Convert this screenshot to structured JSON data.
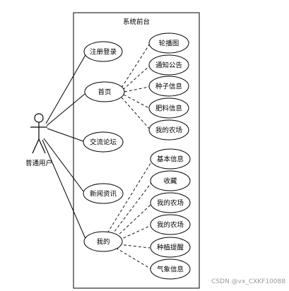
{
  "boundary_title": "系统前台",
  "actor_label": "普通用户",
  "main_use_cases": {
    "register": "注册登录",
    "home": "首页",
    "forum": "交流论坛",
    "news": "新闻资讯",
    "mine": "我的"
  },
  "home_subcases": {
    "carousel": "轮播图",
    "notice": "通知公告",
    "seed": "种子信息",
    "fertilizer": "肥料信息",
    "farm": "我的农场"
  },
  "mine_subcases": {
    "basic_info": "基本信息",
    "favorites": "收藏",
    "farm_a": "我的农场",
    "farm_b": "我的农场",
    "planting_reminder": "种植提醒",
    "weather": "气象信息"
  },
  "watermark": "CSDN @vx_CXKF10088"
}
